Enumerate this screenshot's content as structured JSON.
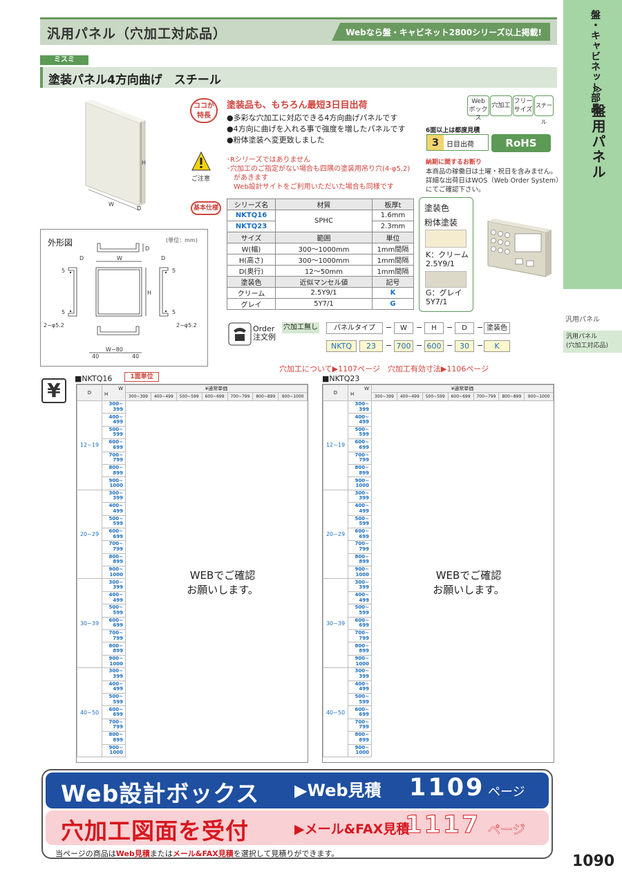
{
  "header": {
    "title": "汎用パネル（穴加工対応品）",
    "badge": "Webなら盤・キャビネット2800シリーズ以上掲載!"
  },
  "side": {
    "category": "盤・キャビネット部品",
    "chevron": "≫",
    "main": "盤用パネル"
  },
  "nav": {
    "item1": "汎用パネル",
    "item2_line1": "汎用パネル",
    "item2_line2": "(穴加工対応品)"
  },
  "maker": "ミスミ",
  "product_title": "塗装パネル4方向曲げ　スチール",
  "features": {
    "badge_line1": "ココが",
    "badge_line2": "特長",
    "headline": "塗装品も、もちろん最短3日目出荷",
    "items": [
      "●多彩な穴加工に対応できる4方向曲げパネルです",
      "●4方向に曲げを入れる事で強度を増したパネルです",
      "●粉体塗装へ変更致しました"
    ]
  },
  "caution": {
    "label": "ご注意",
    "notes": [
      "･Rシリーズではありません",
      "･穴加工のご指定がない場合も四隅の塗装用吊り穴(4-φ5.2)",
      "　があきます",
      "　Web設計サイトをご利用いただいた場合も同様です"
    ]
  },
  "tags": [
    {
      "line1": "Web",
      "line2": "ボックス"
    },
    {
      "line1": "穴加工",
      "line2": ""
    },
    {
      "line1": "フリー",
      "line2": "サイズ"
    },
    {
      "line1": "スチール",
      "line2": ""
    }
  ],
  "bulk": {
    "label": "6面以上は都度見積",
    "days": "3",
    "text": "日目出荷"
  },
  "rohs": "RoHS",
  "delivery": {
    "heading": "納期に関するお断り",
    "lines": [
      "本商品の稼働日は土曜・祝日を含みません。",
      "詳細な出荷日はWOS（Web Order System）",
      "にてご確認下さい。"
    ]
  },
  "spec": {
    "badge": "基本仕様",
    "header": [
      "シリーズ名",
      "材質",
      "板厚t"
    ],
    "series": [
      {
        "name": "NKTQ16",
        "thickness": "1.6mm"
      },
      {
        "name": "NKTQ23",
        "thickness": "2.3mm"
      }
    ],
    "material": "SPHC",
    "header2": [
      "サイズ",
      "範囲",
      "単位"
    ],
    "sizes": [
      {
        "name": "W(幅)",
        "range": "300～1000mm",
        "unit": "1mm間隔"
      },
      {
        "name": "H(高さ)",
        "range": "300～1000mm",
        "unit": "1mm間隔"
      },
      {
        "name": "D(奥行)",
        "range": "12～50mm",
        "unit": "1mm間隔"
      }
    ],
    "header3": [
      "塗装色",
      "近似マンセル値",
      "記号"
    ],
    "colors": [
      {
        "name": "クリーム",
        "munsell": "2.5Y9/1",
        "code": "K"
      },
      {
        "name": "グレイ",
        "munsell": "5Y7/1",
        "code": "G"
      }
    ]
  },
  "color_box": {
    "title": "塗装色",
    "sub": "粉体塗装",
    "k_line1": "K：クリーム",
    "k_line2": "2.5Y9/1",
    "g_line1": "G：グレイ",
    "g_line2": "5Y7/1"
  },
  "outline": {
    "title": "外形図",
    "unit": "(単位：mm)",
    "labels": {
      "W": "W",
      "H": "H",
      "D": "D",
      "five": "5",
      "hole": "2−φ5.2",
      "w80": "W−80",
      "forty": "40"
    }
  },
  "photo_labels": {
    "H": "H",
    "W": "W",
    "D": "D"
  },
  "order": {
    "label_line1": "Order",
    "label_line2": "注文例",
    "no_hole": "穴加工無し",
    "headers": [
      "パネルタイプ",
      "W",
      "H",
      "D",
      "塗装色"
    ],
    "values": [
      "NKTQ",
      "23",
      "700",
      "600",
      "30",
      "K"
    ],
    "dash": "−"
  },
  "hole_ref": "穴加工について▶1107ページ　穴加工有効寸法▶1106ページ",
  "price": {
    "yen": "¥",
    "unit_badge": "1面単位",
    "tables": [
      {
        "name": "■NKTQ16"
      },
      {
        "name": "■NKTQ23"
      }
    ],
    "col_d": "D",
    "col_h": "H",
    "col_w": "W",
    "title": "¥通常単価",
    "w_ranges": [
      "300~399",
      "400~499",
      "500~599",
      "600~699",
      "700~799",
      "800~899",
      "900~1000"
    ],
    "d_ranges": [
      "12~19",
      "20~29",
      "30~39",
      "40~50"
    ],
    "h_ranges": [
      [
        "300~",
        "399"
      ],
      [
        "400~",
        "499"
      ],
      [
        "500~",
        "599"
      ],
      [
        "600~",
        "699"
      ],
      [
        "700~",
        "799"
      ],
      [
        "800~",
        "899"
      ],
      [
        "900~",
        "1000"
      ]
    ],
    "message_line1": "WEBでご確認",
    "message_line2": "お願いします。"
  },
  "banner": {
    "line1_title": "Web設計ボックス",
    "line1_right": "▶Web見積",
    "line1_num": "1109",
    "line1_page": "ページ",
    "line2_title": "穴加工図面を受付",
    "line2_right": "▶メール&FAX見積",
    "line2_num": "1117",
    "line2_page": "ページ"
  },
  "footer": {
    "part1": "当ページの商品は",
    "part2": "Web見積",
    "part3": "または",
    "part4": "メール&FAX見積",
    "part5": "を選択して見積りができます。"
  },
  "page_number": "1090",
  "colors": {
    "accent_green": "#6a9a5f",
    "red": "#d0433b",
    "blue": "#1a6ec0",
    "banner_blue": "#1e4fa0",
    "banner_pink": "#f9d0d3"
  }
}
